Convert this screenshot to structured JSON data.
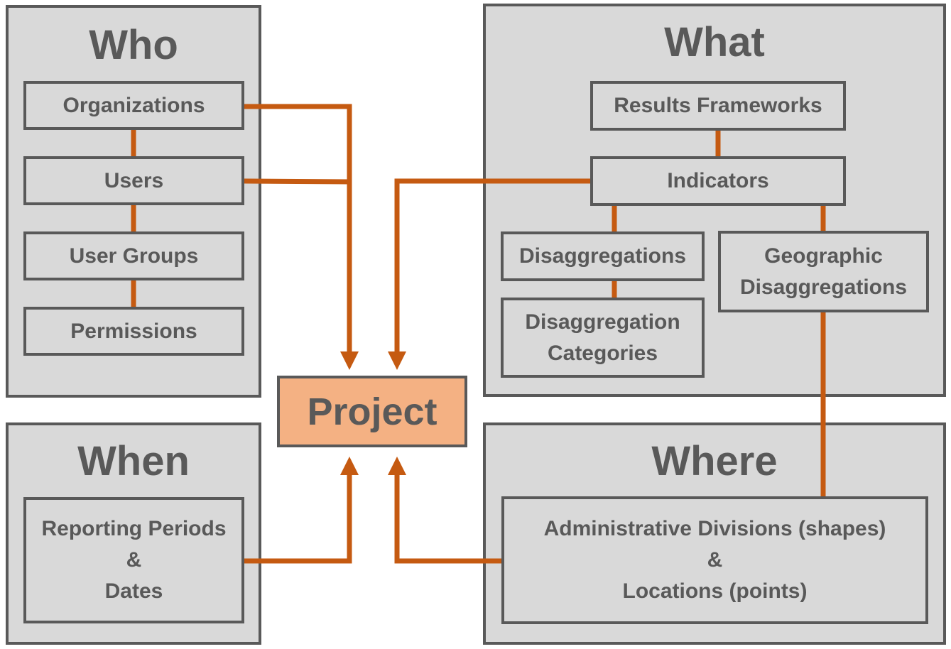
{
  "who": {
    "title": "Who",
    "items": [
      "Organizations",
      "Users",
      "User Groups",
      "Permissions"
    ]
  },
  "what": {
    "title": "What",
    "results_frameworks": "Results Frameworks",
    "indicators": "Indicators",
    "disaggregations": "Disaggregations",
    "disaggregation_categories": [
      "Disaggregation",
      "Categories"
    ],
    "geographic_disaggregations": [
      "Geographic",
      "Disaggregations"
    ]
  },
  "when": {
    "title": "When",
    "lines": [
      "Reporting Periods",
      "&",
      "Dates"
    ]
  },
  "where": {
    "title": "Where",
    "lines": [
      "Administrative Divisions (shapes)",
      "&",
      "Locations (points)"
    ]
  },
  "project": {
    "label": "Project"
  },
  "colors": {
    "panel_fill": "#d9d9d9",
    "border": "#595959",
    "text": "#595959",
    "connector": "#c55a11",
    "project_fill": "#f4b183"
  }
}
